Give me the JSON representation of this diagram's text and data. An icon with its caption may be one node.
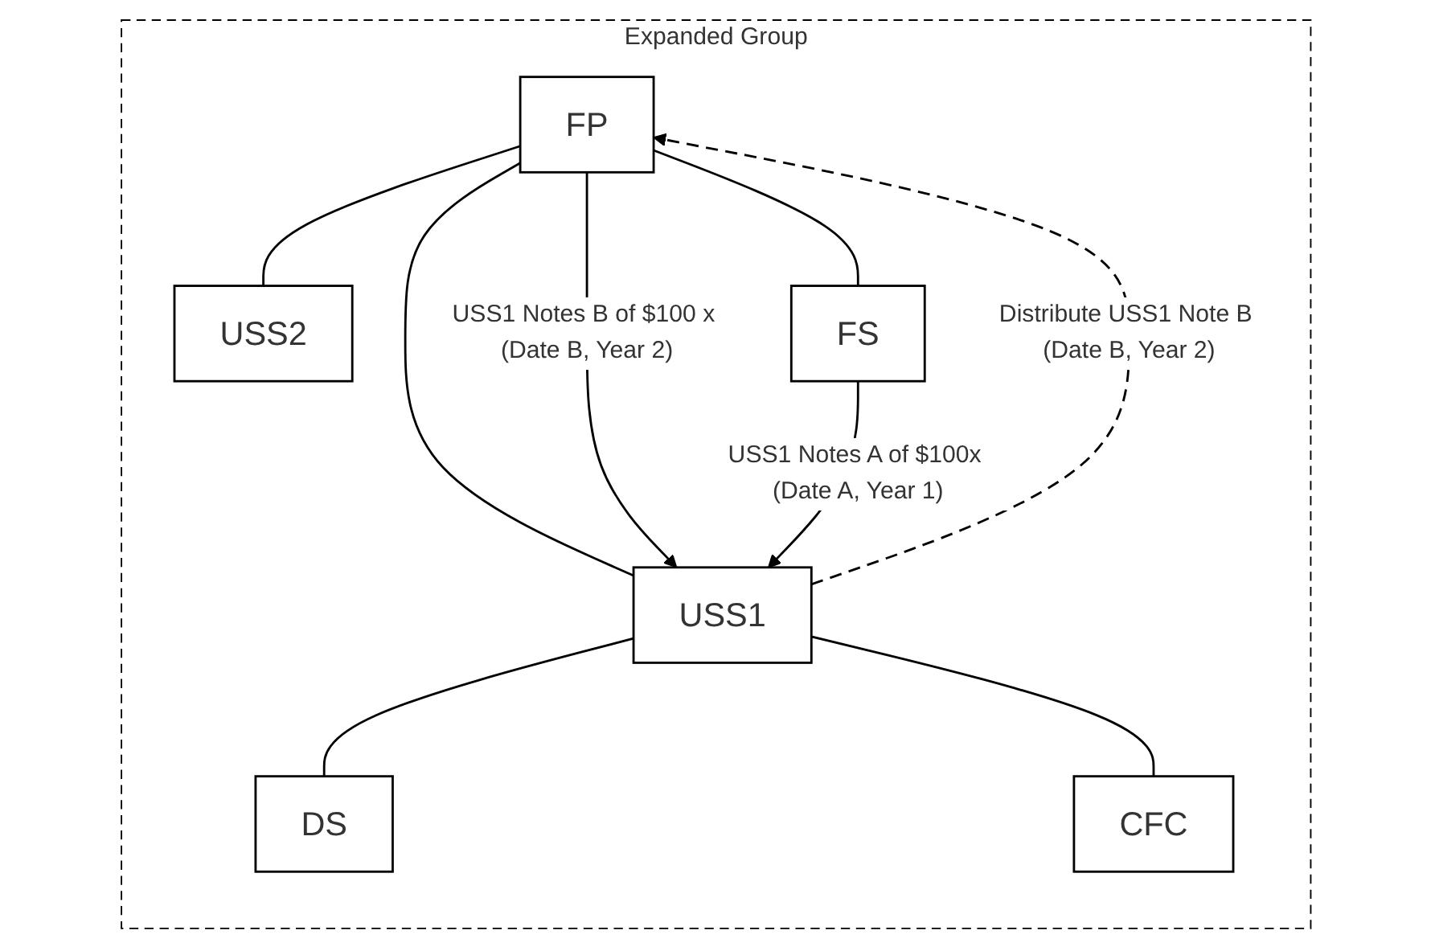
{
  "diagram": {
    "nodes": [
      {
        "text": [
          "Expanded Group"
        ]
      },
      {
        "text": [
          "FP"
        ],
        "in": 0
      },
      {
        "text": [
          "USS1"
        ],
        "in": 0
      },
      {
        "text": [
          "USS2"
        ],
        "in": 0
      },
      {
        "text": [
          "FS"
        ],
        "in": 0
      },
      {
        "text": [
          "DS"
        ],
        "in": 0
      },
      {
        "text": [
          "CFC"
        ],
        "in": 0
      }
    ],
    "edges": [
      {
        "from": 1,
        "to": 2,
        "arrow": "none"
      },
      {
        "from": 1,
        "to": 3,
        "arrow": "none"
      },
      {
        "from": 1,
        "to": 4,
        "arrow": "none"
      },
      {
        "from": 2,
        "to": 5,
        "arrow": "none"
      },
      {
        "from": 2,
        "to": 6,
        "arrow": "none"
      },
      {
        "from": 1,
        "to": 2,
        "arrow": "to",
        "label": "USS1 Notes B of $100 x (Date B, Year 2)"
      },
      {
        "from": 2,
        "to": 1,
        "arrow": "to",
        "style": "dashed",
        "label": "Distribute USS1 Note B (Date B, Year 2)"
      },
      {
        "from": 4,
        "to": 2,
        "arrow": "to",
        "label": "USS1 Notes A of $100x (Date A, Year 1)"
      }
    ]
  }
}
